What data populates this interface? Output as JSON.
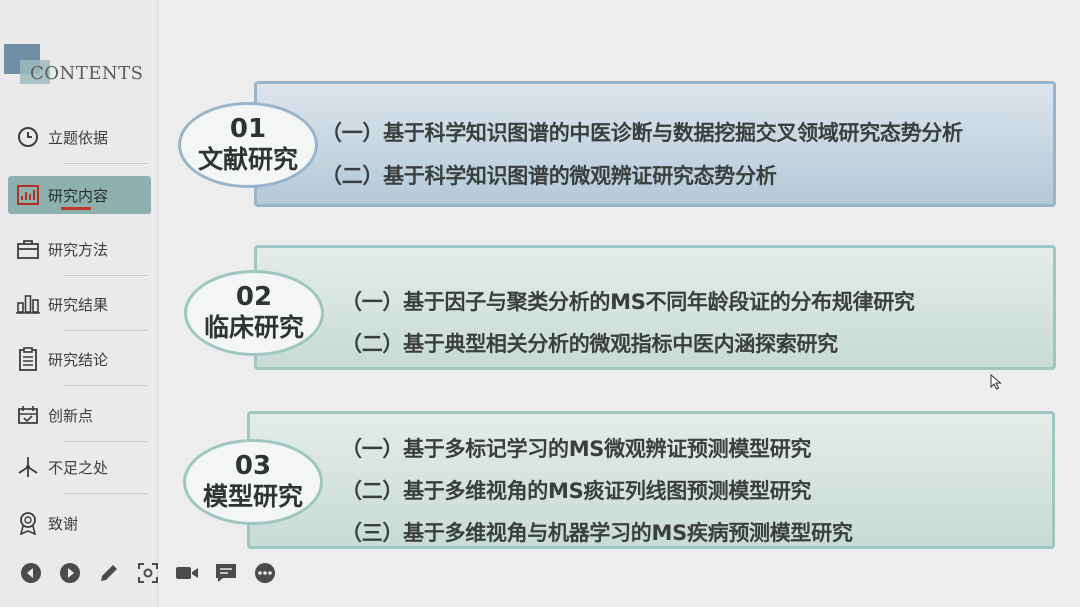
{
  "sidebar": {
    "title": "CONTENTS",
    "items": [
      {
        "label": "立题依据",
        "icon": "clock-icon",
        "active": false
      },
      {
        "label": "研究内容",
        "icon": "bar-chart-icon",
        "active": true
      },
      {
        "label": "研究方法",
        "icon": "briefcase-icon",
        "active": false
      },
      {
        "label": "研究结果",
        "icon": "column-chart-icon",
        "active": false
      },
      {
        "label": "研究结论",
        "icon": "clipboard-icon",
        "active": false
      },
      {
        "label": "创新点",
        "icon": "calendar-icon",
        "active": false
      },
      {
        "label": "不足之处",
        "icon": "windmill-icon",
        "active": false
      },
      {
        "label": "致谢",
        "icon": "award-icon",
        "active": false
      }
    ]
  },
  "toolbar": {
    "buttons": [
      "previous-icon",
      "next-icon",
      "pen-icon",
      "fit-screen-icon",
      "video-icon",
      "comment-icon",
      "more-icon"
    ]
  },
  "sections": [
    {
      "number": "01",
      "title": "文献研究",
      "items": [
        "（一）基于科学知识图谱的中医诊断与数据挖掘交叉领域研究态势分析",
        "（二）基于科学知识图谱的微观辨证研究态势分析"
      ]
    },
    {
      "number": "02",
      "title": "临床研究",
      "items": [
        "（一）基于因子与聚类分析的MS不同年龄段证的分布规律研究",
        "（二）基于典型相关分析的微观指标中医内涵探索研究"
      ]
    },
    {
      "number": "03",
      "title": "模型研究",
      "items": [
        "（一）基于多标记学习的MS微观辨证预测模型研究",
        "（二）基于多维视角的MS痰证列线图预测模型研究",
        "（三）基于多维视角与机器学习的MS疾病预测模型研究"
      ]
    }
  ],
  "colors": {
    "active_nav": "#8fb1ad",
    "box_border": "#9ec7c2",
    "active_mark": "#c0392b"
  }
}
